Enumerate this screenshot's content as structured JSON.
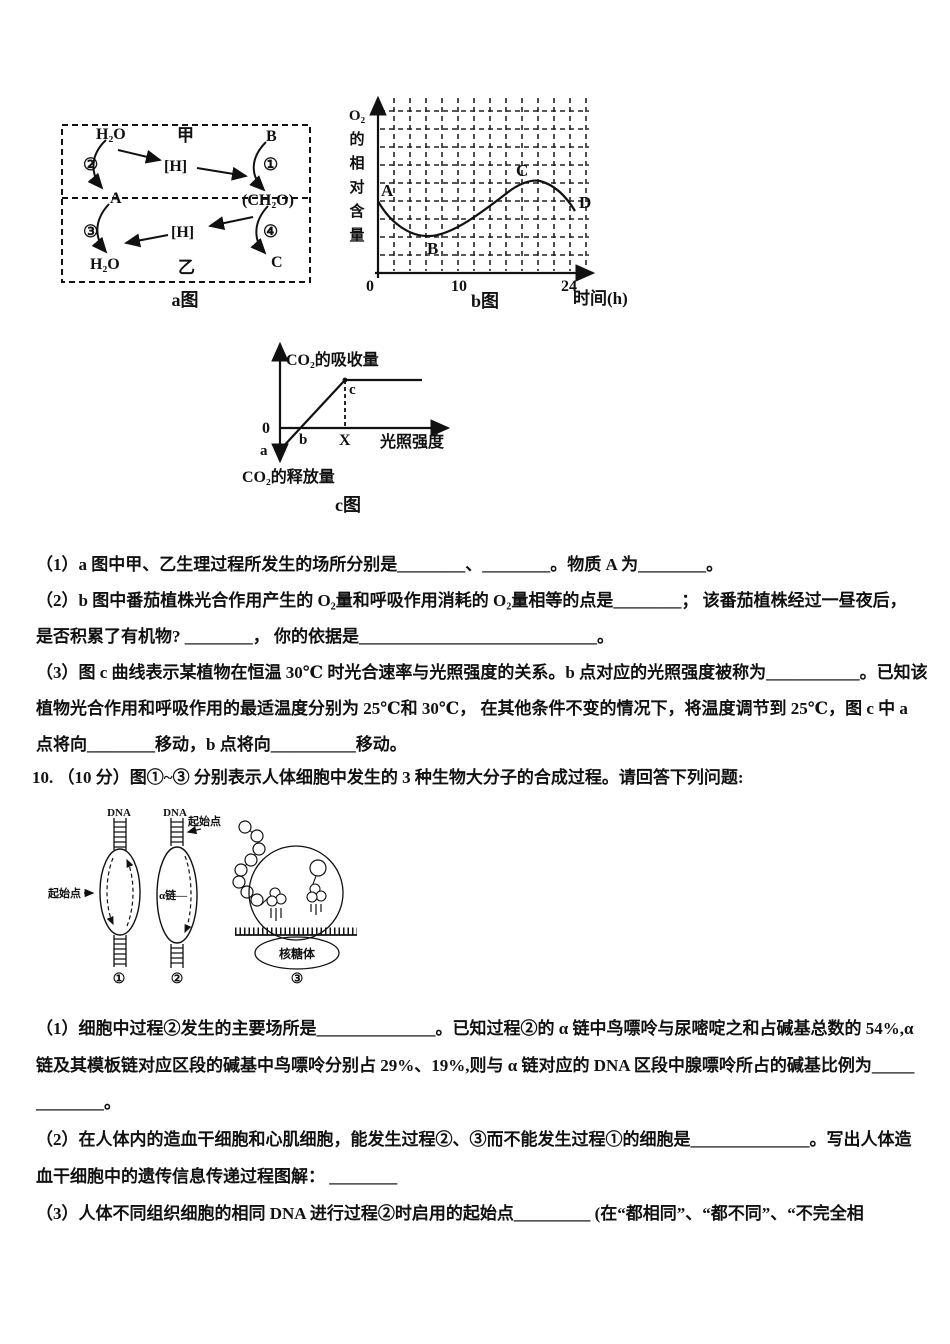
{
  "page": {
    "bg": "#ffffff",
    "ink": "#111111"
  },
  "figure_a": {
    "caption": "a图",
    "region_top": "甲",
    "region_bottom": "乙",
    "labels": {
      "h2o_top": "H₂O",
      "b": "B",
      "s2": "②",
      "h_top": "[H]",
      "s1": "①",
      "a": "A",
      "ch2o": "(CH₂O)",
      "s3": "③",
      "h_bottom": "[H]",
      "s4": "④",
      "h2o_bottom": "H₂O",
      "c": "C"
    }
  },
  "chart_data": [
    {
      "id": "b-graph",
      "type": "line",
      "caption": "b图",
      "xlabel": "时间(h)",
      "ylabel": "O₂的相对含量",
      "ylabel_chars": [
        "O₂",
        "的",
        "相",
        "对",
        "含",
        "量"
      ],
      "x_ticks": [
        "0",
        "10",
        "24"
      ],
      "xlim": [
        0,
        26
      ],
      "grid": "dashed",
      "curve_points": [
        {
          "label": "A",
          "x": 0,
          "y": 0.41
        },
        {
          "label": "B",
          "x": 6,
          "y": 0.21
        },
        {
          "label": "C",
          "x": 18,
          "y": 0.52
        },
        {
          "label": "D",
          "x": 24,
          "y": 0.35
        }
      ],
      "y_note": "relative O₂ content; axis unnumbered"
    },
    {
      "id": "c-graph",
      "type": "line",
      "caption": "c图",
      "xlabel": "光照强度",
      "ylabel_up": "CO₂的吸收量",
      "ylabel_down": "CO₂的释放量",
      "origin_label": "0",
      "x_mark": "X",
      "point_labels": [
        "a",
        "b",
        "c"
      ],
      "points": [
        {
          "label": "a",
          "desc": "y-axis intercept below origin"
        },
        {
          "label": "b",
          "desc": "x-axis intercept"
        },
        {
          "label": "c",
          "desc": "bend at light intensity X, then flat saturation"
        }
      ]
    }
  ],
  "figure_q10": {
    "dna_label": "DNA",
    "start_label": "起始点",
    "alpha_label": "α链—",
    "ribosome_label": "核糖体",
    "captions": [
      "①",
      "②",
      "③"
    ]
  },
  "q9": {
    "lines": [
      "（1）a 图中甲、乙生理过程所发生的场所分别是________、________。物质 A 为________。",
      "（2）b 图中番茄植株光合作用产生的 O₂量和呼吸作用消耗的 O₂量相等的点是________；  该番茄植株经过一昼夜后，",
      "是否积累了有机物? ________，  你的依据是____________________________。",
      "（3）图 c 曲线表示某植物在恒温 30℃ 时光合速率与光照强度的关系。b 点对应的光照强度被称为___________。已知该",
      "植物光合作用和呼吸作用的最适温度分别为 25℃和 30℃，  在其他条件不变的情况下，将温度调节到 25℃，图 c 中 a",
      "点将向________移动，b 点将向__________移动。"
    ]
  },
  "q10": {
    "intro": "10.  （10 分）图①~③ 分别表示人体细胞中发生的 3 种生物大分子的合成过程。请回答下列问题:",
    "lines": [
      "（1）细胞中过程②发生的主要场所是______________。已知过程②的 α 链中鸟嘌呤与尿嘧啶之和占碱基总数的 54%,α",
      "链及其模板链对应区段的碱基中鸟嘌呤分别占 29%、19%,则与 α 链对应的 DNA 区段中腺嘌呤所占的碱基比例为_____",
      "________。",
      "（2）在人体内的造血干细胞和心肌细胞，能发生过程②、③而不能发生过程①的细胞是______________。写出人体造",
      "血干细胞中的遗传信息传递过程图解：  ________",
      "（3）人体不同组织细胞的相同 DNA 进行过程②时启用的起始点_________ (在“都相同”、“都不同”、“不完全相"
    ]
  }
}
